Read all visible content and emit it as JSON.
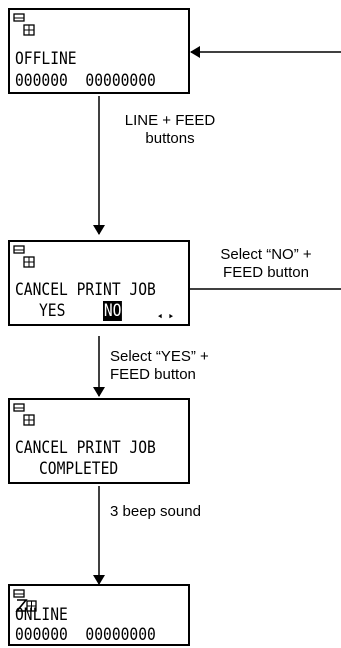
{
  "screens": {
    "offline": {
      "line1": "OFFLINE",
      "line2": "000000  00000000"
    },
    "cancel": {
      "line1": "CANCEL PRINT JOB",
      "yes": "YES",
      "no": "NO",
      "nav": "◂ ▸"
    },
    "completed": {
      "line1": "CANCEL PRINT JOB",
      "line2": "COMPLETED"
    },
    "online": {
      "line1": "ONLINE",
      "line2": "000000  00000000"
    }
  },
  "labels": {
    "line_feed": [
      "LINE + FEED",
      "buttons"
    ],
    "select_no": [
      "Select “NO” +",
      "FEED button"
    ],
    "select_yes": [
      "Select “YES” +",
      "FEED button"
    ],
    "beep": "3 beep sound"
  }
}
